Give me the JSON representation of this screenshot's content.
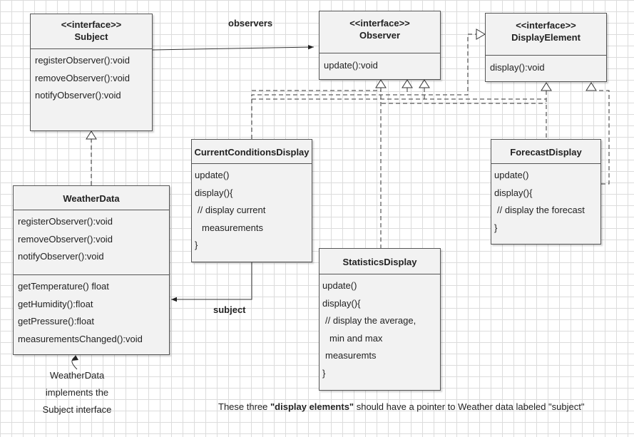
{
  "classes": {
    "subject": {
      "stereotype": "<<interface>>",
      "name": "Subject",
      "methods": [
        "registerObserver():void",
        "removeObserver():void",
        "notifyObserver():void"
      ]
    },
    "observer": {
      "stereotype": "<<interface>>",
      "name": "Observer",
      "methods": [
        "update():void"
      ]
    },
    "display_element": {
      "stereotype": "<<interface>>",
      "name": "DisplayElement",
      "methods": [
        "display():void"
      ]
    },
    "current_conditions": {
      "name": "CurrentConditionsDisplay",
      "lines": [
        "update()",
        "display(){",
        "// display current",
        "measurements",
        "}"
      ]
    },
    "forecast": {
      "name": "ForecastDisplay",
      "lines": [
        "update()",
        "display(){",
        "// display the forecast",
        "}"
      ]
    },
    "weather_data": {
      "name": "WeatherData",
      "methods": [
        "registerObserver():void",
        "removeObserver():void",
        "notifyObserver():void"
      ],
      "operations": [
        "getTemperature() float",
        "getHumidity():float",
        "getPressure():float",
        "measurementsChanged():void"
      ]
    },
    "statistics": {
      "name": "StatisticsDisplay",
      "lines": [
        "update()",
        "display(){",
        "// display the average,",
        "min and max",
        "measuremts",
        "}"
      ]
    }
  },
  "labels": {
    "observers": "observers",
    "subject": "subject"
  },
  "note": {
    "lines": [
      "WeatherData",
      "implements the",
      "Subject interface"
    ]
  },
  "caption": {
    "before": "These three ",
    "bold": "\"display elements\"",
    "after": " should have a pointer to Weather data labeled \"subject\""
  },
  "colors": {
    "box_fill": "#f2f2f2",
    "border": "#555555",
    "grid": "#dcdcdc",
    "connector": "#333333"
  }
}
